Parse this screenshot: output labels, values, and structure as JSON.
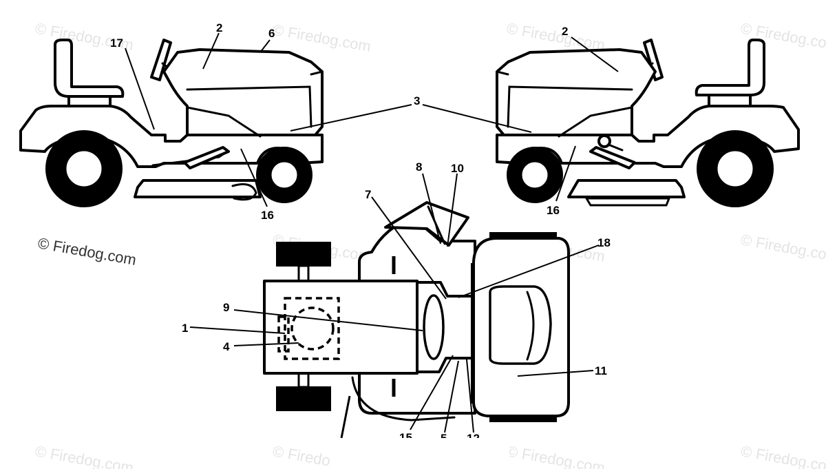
{
  "watermark": "© Firedog.com",
  "callouts": {
    "c1": "1",
    "c2a": "2",
    "c2b": "2",
    "c3": "3",
    "c4": "4",
    "c5": "5",
    "c6": "6",
    "c7": "7",
    "c8": "8",
    "c9": "9",
    "c10": "10",
    "c11": "11",
    "c12": "12",
    "c15": "15",
    "c16a": "16",
    "c16b": "16",
    "c17": "17",
    "c18": "18"
  },
  "colors": {
    "line": "#000000",
    "background": "#ffffff",
    "watermark": "#e4e4e4"
  }
}
